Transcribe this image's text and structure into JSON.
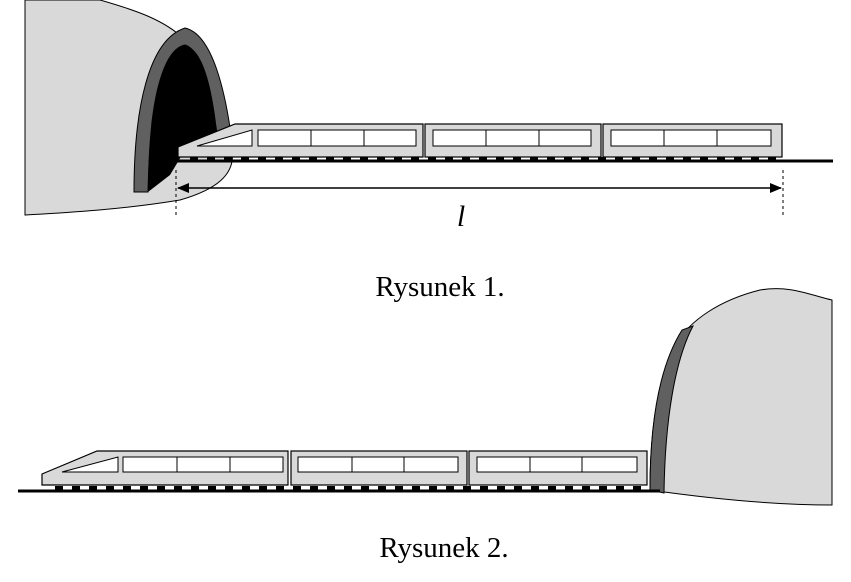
{
  "figure1": {
    "caption": "Rysunek 1.",
    "length_label": "l"
  },
  "figure2": {
    "caption": "Rysunek 2."
  },
  "colors": {
    "hill_fill": "#d9d9d9",
    "tunnel_rim": "#606060",
    "tunnel_inside": "#000000",
    "train_body": "#d9d9d9",
    "outline": "#000000"
  }
}
